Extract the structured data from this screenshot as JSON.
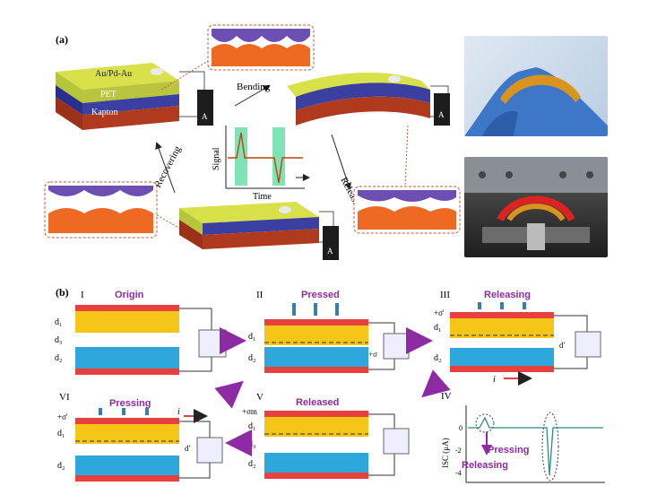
{
  "panel_a": {
    "tag": "(a)",
    "layers": [
      "Au/Pd-Au",
      "PET",
      "Kapton"
    ],
    "meter_label": "A",
    "arrows": {
      "bending": "Bending",
      "releasing": "Releasing",
      "recovering": "Recovering"
    },
    "plot": {
      "ylabel": "Signal",
      "xlabel": "Time"
    }
  },
  "panel_b": {
    "tag": "(b)",
    "stages": [
      {
        "roman": "I",
        "title": "Origin"
      },
      {
        "roman": "II",
        "title": "Pressed"
      },
      {
        "roman": "III",
        "title": "Releasing"
      },
      {
        "roman": "IV",
        "title": ""
      },
      {
        "roman": "V",
        "title": "Released"
      },
      {
        "roman": "VI",
        "title": "Pressing"
      }
    ],
    "dims": {
      "d1": "d₁",
      "d2": "d₂",
      "d3": "d₃",
      "dprime": "d'"
    },
    "charges": {
      "sigma": "+σ",
      "sigma_prime": "+σ'",
      "sigma_m": "+σm",
      "current": "i"
    },
    "iv_plot": {
      "ylabel": "ISC (μA)",
      "pressing": "Pressing",
      "releasing": "Releasing",
      "yticks": [
        "0",
        "-2",
        "-4"
      ]
    }
  },
  "colors": {
    "gold": "#f5c518",
    "blue": "#2ea7dd",
    "red": "#e8403f",
    "purple": "#8e2aa3",
    "pet": "#2a2f8c",
    "kapton": "#b03a1e",
    "electrode": "#c7d64a"
  }
}
